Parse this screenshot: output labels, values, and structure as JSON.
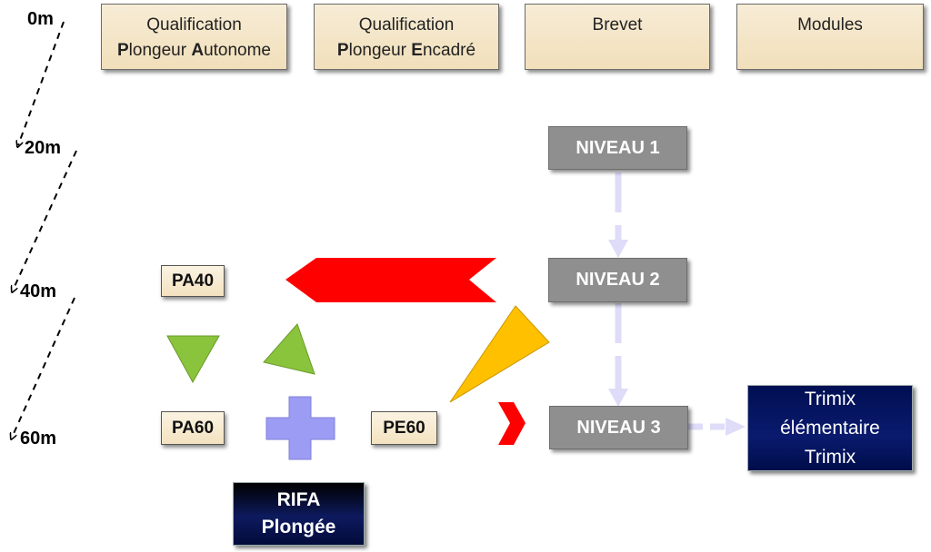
{
  "headers": {
    "pa": {
      "line1": "Qualification",
      "line2_parts": [
        "P",
        "longeur ",
        "A",
        "utonome"
      ]
    },
    "pe": {
      "line1": "Qualification",
      "line2_parts": [
        "P",
        "longeur ",
        "E",
        "ncadré"
      ]
    },
    "brevet": "Brevet",
    "modules": "Modules"
  },
  "depths": [
    "0m",
    "20m",
    "40m",
    "60m"
  ],
  "niveaux": [
    "NIVEAU 1",
    "NIVEAU 2",
    "NIVEAU 3"
  ],
  "qualifications": {
    "pa40": "PA40",
    "pa60": "PA60",
    "pe60": "PE60"
  },
  "rifa": {
    "line1": "RIFA",
    "line2": "Plongée"
  },
  "trimix": {
    "line1": "Trimix",
    "line2": "élémentaire",
    "line3": "Trimix"
  },
  "colors": {
    "arrow_red": "#ff0000",
    "triangle_green": "#8ac43c",
    "triangle_yellow": "#ffc000",
    "cross_lavender": "#9c9cf4",
    "connector": "#dedcf8",
    "niveau_grey": "#8f8f8f"
  }
}
